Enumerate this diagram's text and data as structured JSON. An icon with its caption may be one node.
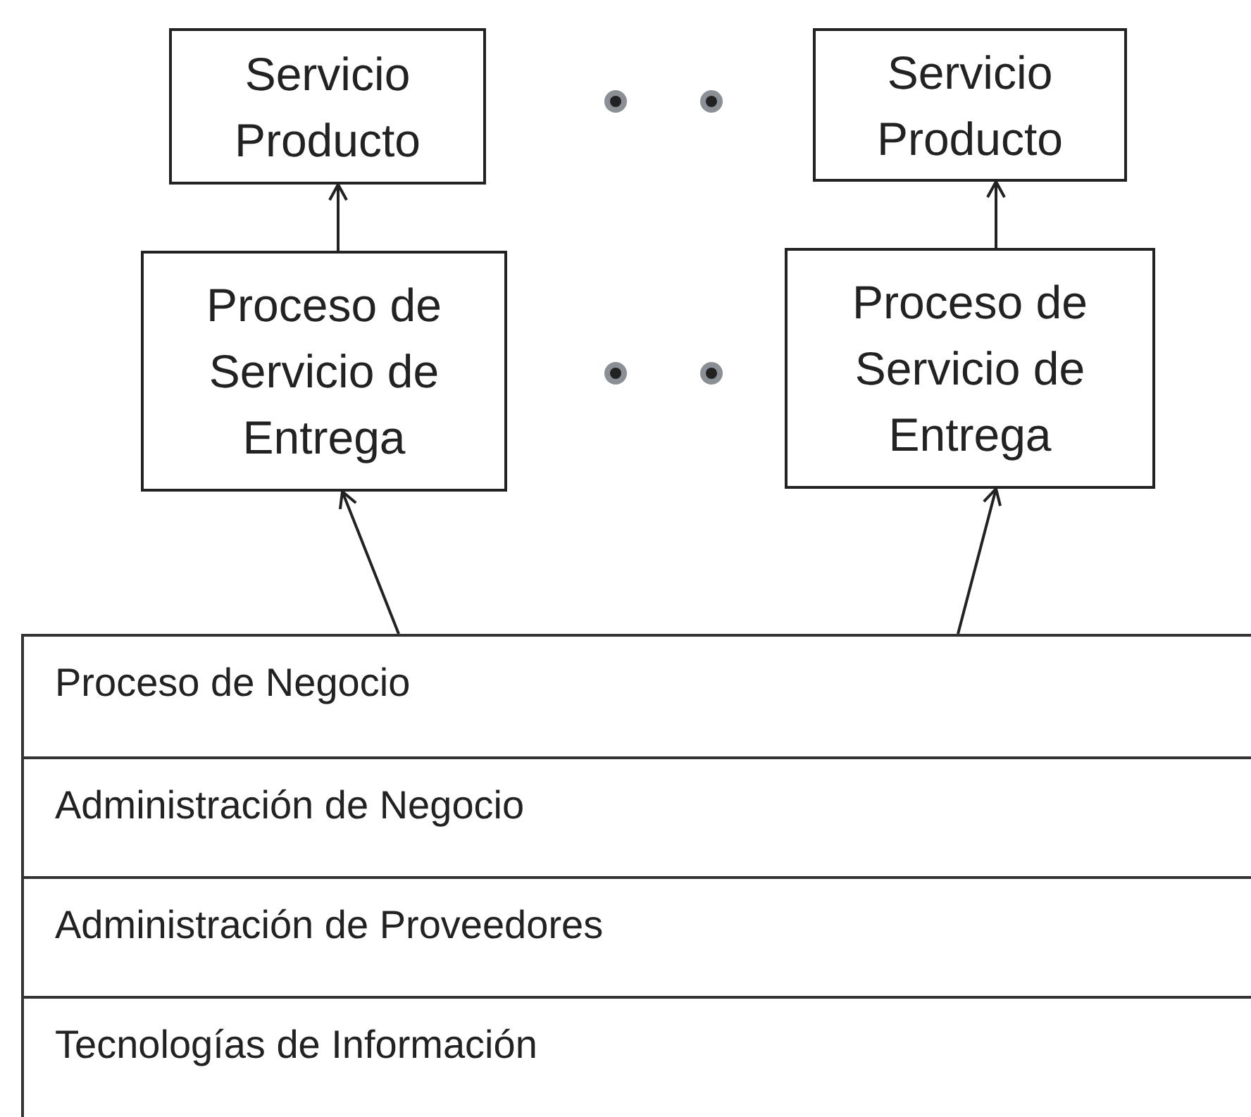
{
  "diagram": {
    "nodes": [
      {
        "text": [
          "Servicio Producto"
        ]
      },
      {
        "text": [
          "Servicio Producto"
        ]
      },
      {
        "text": [
          "Proceso de Servicio de Entrega"
        ]
      },
      {
        "text": [
          "Proceso de Servicio de Entrega"
        ]
      },
      {
        "text": [
          "Proceso de Negocio"
        ]
      },
      {
        "text": [
          "Administración de Negocio"
        ]
      },
      {
        "text": [
          "Administración de Proveedores"
        ]
      },
      {
        "text": [
          "Tecnologías de Información"
        ]
      }
    ],
    "edges": [
      {
        "from": 2,
        "to": 0,
        "arrow": "to"
      },
      {
        "from": 3,
        "to": 1,
        "arrow": "to"
      },
      {
        "from": 4,
        "to": 2,
        "arrow": "to"
      },
      {
        "from": 4,
        "to": 3,
        "arrow": "to"
      }
    ]
  }
}
